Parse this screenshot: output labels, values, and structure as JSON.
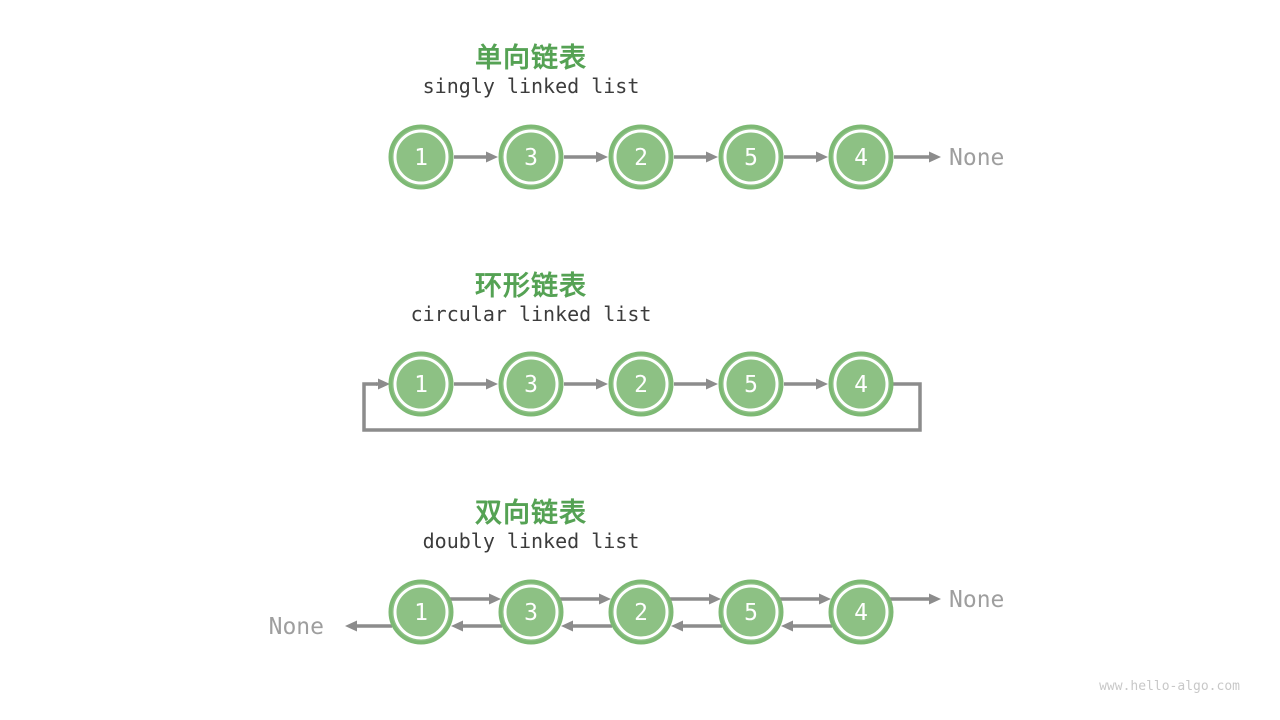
{
  "page": {
    "background": "#ffffff",
    "watermark": "www.hello-algo.com"
  },
  "colors": {
    "title_green": "#55A254",
    "subtitle_text": "#3C3C3C",
    "node_fill": "#8DC184",
    "node_ring": "#7DB974",
    "node_inner_ring": "#FFFFFF",
    "node_value_text": "#FFFFFF",
    "arrow_gray": "#8C8C8C",
    "none_text_gray": "#9E9E9E",
    "watermark_gray": "#C8C8C8"
  },
  "sections": [
    {
      "type": "singly",
      "title": "单向链表",
      "subtitle": "singly linked list",
      "values": [
        1,
        3,
        2,
        5,
        4
      ],
      "tail_label": "None"
    },
    {
      "type": "circular",
      "title": "环形链表",
      "subtitle": "circular linked list",
      "values": [
        1,
        3,
        2,
        5,
        4
      ]
    },
    {
      "type": "doubly",
      "title": "双向链表",
      "subtitle": "doubly linked list",
      "values": [
        1,
        3,
        2,
        5,
        4
      ],
      "head_label": "None",
      "tail_label": "None"
    }
  ]
}
